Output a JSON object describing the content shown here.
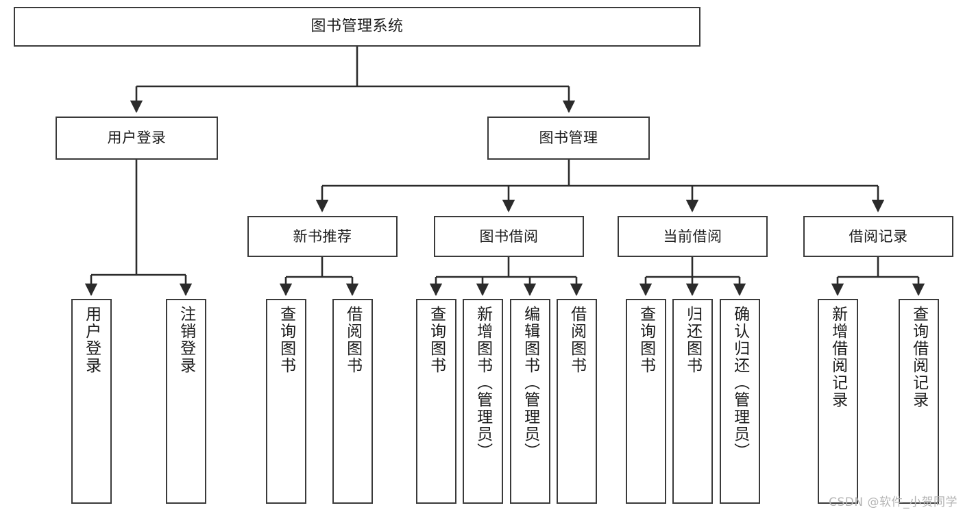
{
  "diagram": {
    "type": "tree",
    "title": "图书管理系统",
    "orientation": "top-down",
    "colors": {
      "box_border": "#3a3a3a",
      "box_fill": "#ffffff",
      "connector": "#2b2b2b",
      "text": "#1b1b1b",
      "watermark": "#b4b4b4",
      "background": "#ffffff"
    },
    "root": {
      "label": "图书管理系统"
    },
    "level2": [
      {
        "label": "用户登录"
      },
      {
        "label": "图书管理"
      }
    ],
    "level3": [
      {
        "label": "新书推荐"
      },
      {
        "label": "图书借阅"
      },
      {
        "label": "当前借阅"
      },
      {
        "label": "借阅记录"
      }
    ],
    "leaves": {
      "user_login": [
        {
          "label": "用户登录"
        },
        {
          "label": "注销登录"
        }
      ],
      "new_book_recommend": [
        {
          "label": "查询图书"
        },
        {
          "label": "借阅图书"
        }
      ],
      "book_borrow": [
        {
          "label": "查询图书"
        },
        {
          "label": "新增图书（管理员）"
        },
        {
          "label": "编辑图书（管理员）"
        },
        {
          "label": "借阅图书"
        }
      ],
      "current_borrow": [
        {
          "label": "查询图书"
        },
        {
          "label": "归还图书"
        },
        {
          "label": "确认归还（管理员）"
        }
      ],
      "borrow_record": [
        {
          "label": "新增借阅记录"
        },
        {
          "label": "查询借阅记录"
        }
      ]
    }
  },
  "watermark": {
    "text": "CSDN @软件_小贺同学"
  }
}
